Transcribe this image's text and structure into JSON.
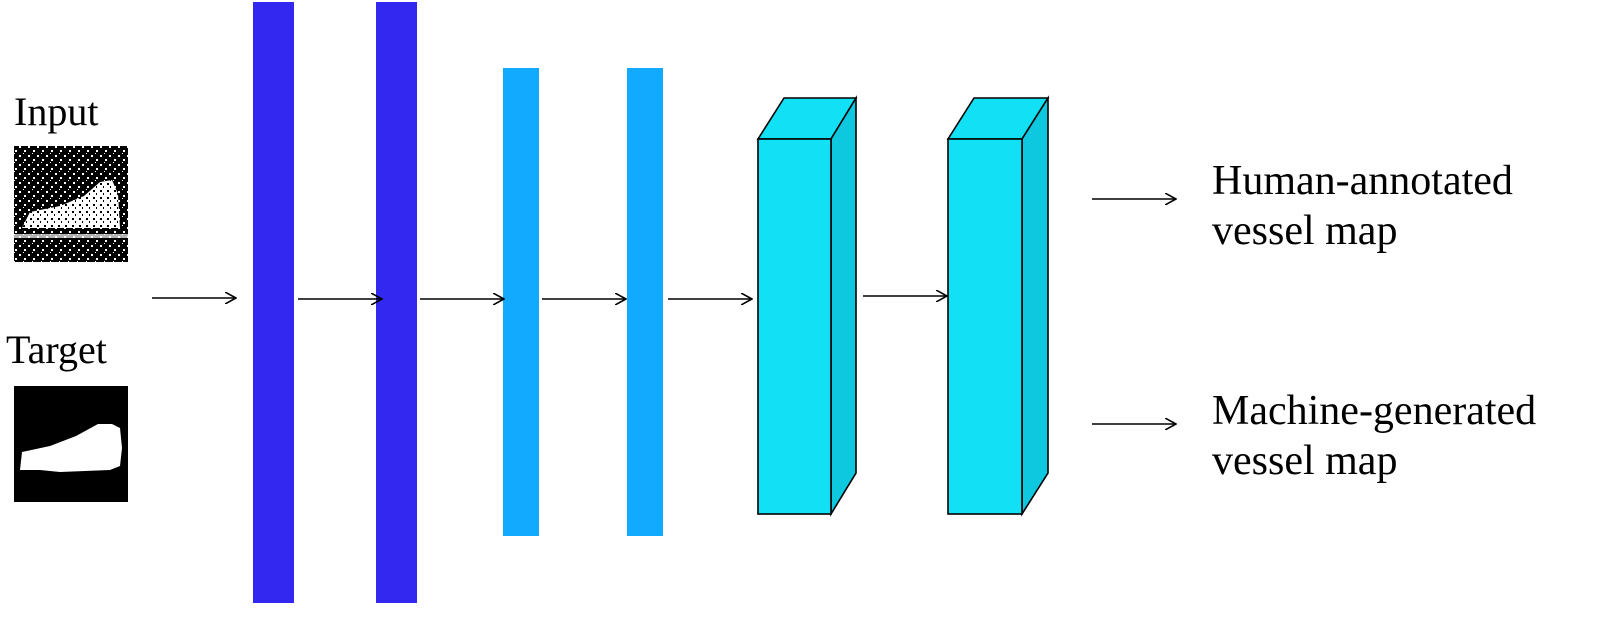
{
  "diagram": {
    "input_label": "Input",
    "target_label": "Target",
    "outputs": [
      {
        "line1": "Human-annotated",
        "line2": "vessel map"
      },
      {
        "line1": "Machine-generated",
        "line2": "vessel map"
      }
    ],
    "colors": {
      "layer_dark": "#3328f0",
      "layer_light": "#12aaff",
      "block_fill": "#12e0f5",
      "block_side": "#0ec8e0",
      "stroke": "#000000",
      "image_bg": "#000000",
      "image_fg": "#ffffff"
    },
    "icons": {
      "input_image": "noisy-shoe-image",
      "target_image": "shoe-silhouette-image",
      "connector": "arrow-right-icon"
    }
  }
}
